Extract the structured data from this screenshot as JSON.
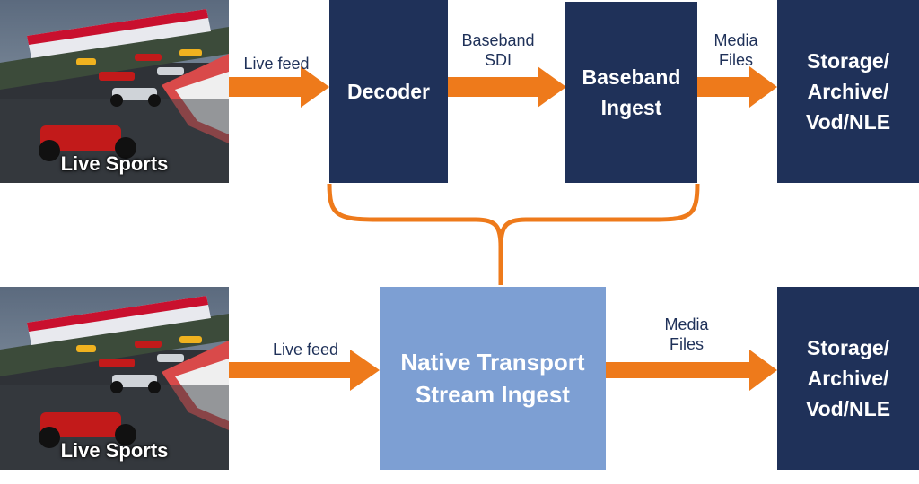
{
  "colors": {
    "arrow": "#ee7a1b",
    "dark_box": "#1f3159",
    "light_box": "#7d9fd3",
    "label_text": "#1f3159"
  },
  "top_row": {
    "image_caption": "Live Sports",
    "input_label": "Live feed",
    "decoder": "Decoder",
    "sdi_label": "Baseband\nSDI",
    "baseband_ingest": "Baseband\nIngest",
    "output_label": "Media\nFiles",
    "storage": "Storage/\nArchive/\nVod/NLE"
  },
  "bottom_row": {
    "image_caption": "Live Sports",
    "input_label": "Live feed",
    "native_ingest": "Native Transport\nStream Ingest",
    "output_label": "Media\nFiles",
    "storage": "Storage/\nArchive/\nVod/NLE"
  },
  "icons": {
    "photo": "racing-cars-photo",
    "connector": "curly-brace-connector"
  }
}
